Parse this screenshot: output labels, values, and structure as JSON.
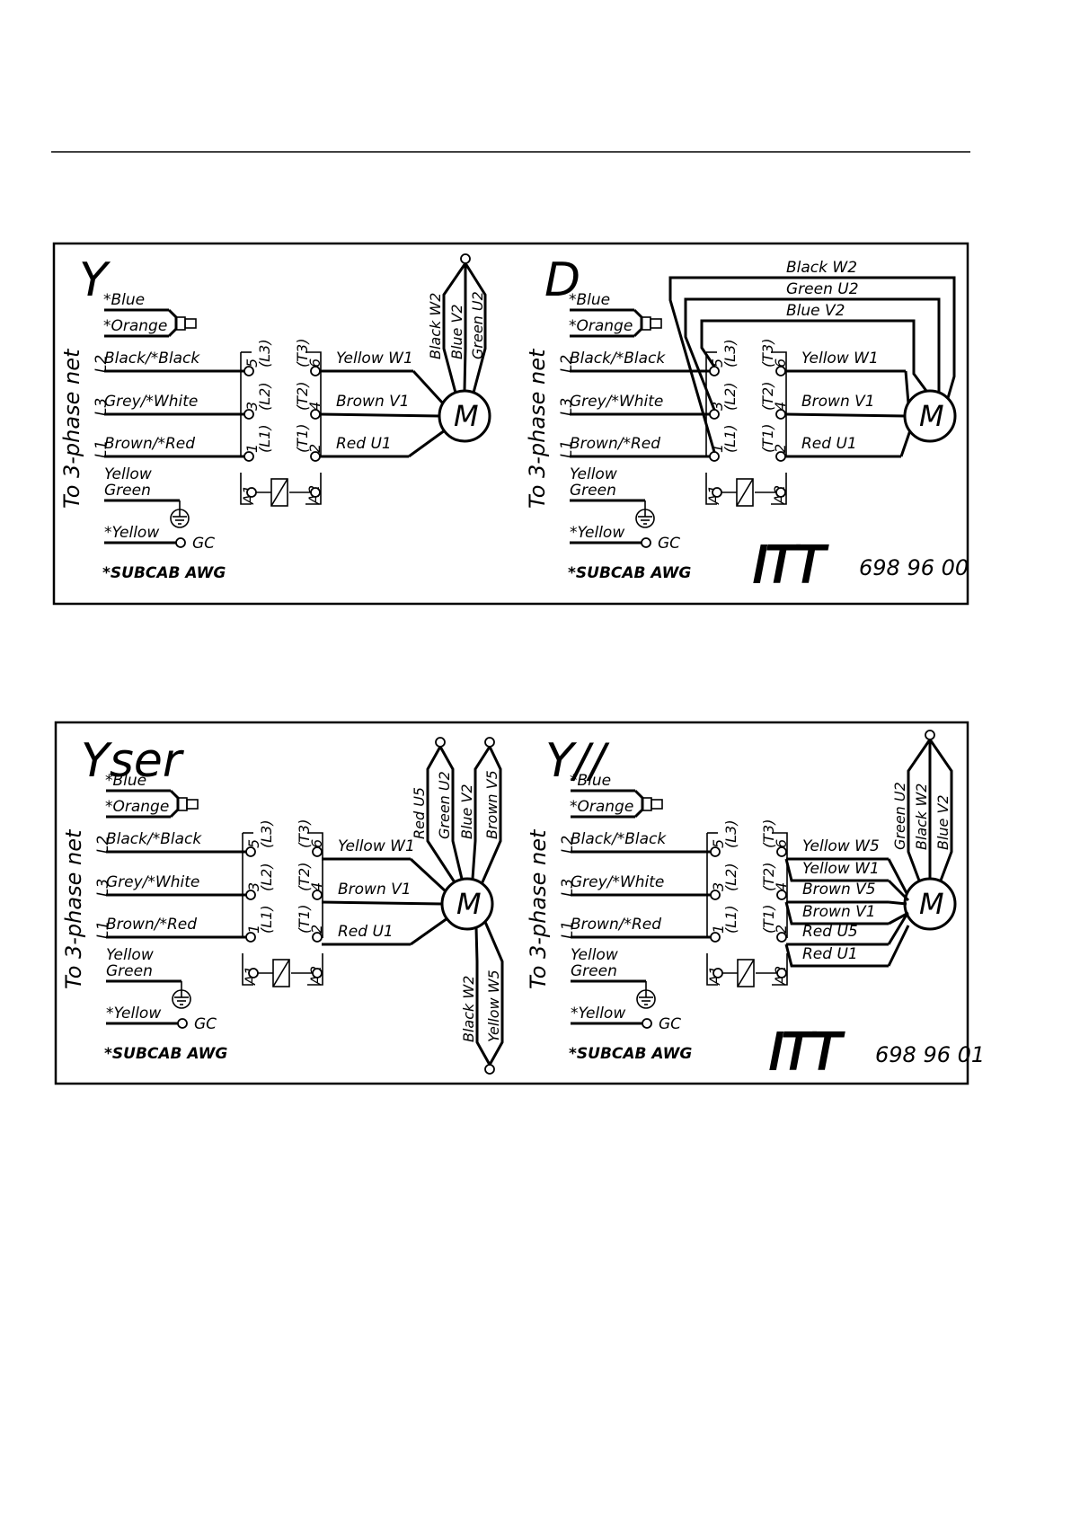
{
  "diagrams": [
    {
      "title": "Y",
      "side_label": "To 3-phase net",
      "sensor": [
        "*Blue",
        "*Orange"
      ],
      "lines": [
        {
          "phase": "L2",
          "wire": "Black/*Black",
          "term": "5",
          "l": "(L3)",
          "t": "(T3)",
          "out": "6",
          "motor": "Yellow W1"
        },
        {
          "phase": "L3",
          "wire": "Grey/*White",
          "term": "3",
          "l": "(L2)",
          "t": "(T2)",
          "out": "4",
          "motor": "Brown V1"
        },
        {
          "phase": "L1",
          "wire": "Brown/*Red",
          "term": "1",
          "l": "(L1)",
          "t": "(T1)",
          "out": "2",
          "motor": "Red U1"
        }
      ],
      "ground": [
        "Yellow",
        "Green"
      ],
      "gc_wire": "*Yellow",
      "gc": "GC",
      "coil": [
        "A1",
        "A2"
      ],
      "motor": "M",
      "star_wires": [
        "Black W2",
        "Blue V2",
        "Green U2"
      ],
      "note": "*SUBCAB AWG"
    },
    {
      "title": "D",
      "side_label": "To 3-phase net",
      "sensor": [
        "*Blue",
        "*Orange"
      ],
      "lines": [
        {
          "phase": "L2",
          "wire": "Black/*Black",
          "term": "5",
          "l": "(L3)",
          "t": "(T3)",
          "out": "6",
          "motor": "Yellow W1"
        },
        {
          "phase": "L3",
          "wire": "Grey/*White",
          "term": "3",
          "l": "(L2)",
          "t": "(T2)",
          "out": "4",
          "motor": "Brown V1"
        },
        {
          "phase": "L1",
          "wire": "Brown/*Red",
          "term": "1",
          "l": "(L1)",
          "t": "(T1)",
          "out": "2",
          "motor": "Red U1"
        }
      ],
      "ground": [
        "Yellow",
        "Green"
      ],
      "gc_wire": "*Yellow",
      "gc": "GC",
      "coil": [
        "A1",
        "A2"
      ],
      "motor": "M",
      "delta_wires": [
        "Black W2",
        "Green U2",
        "Blue V2"
      ],
      "note": "*SUBCAB AWG",
      "brand": "ITT",
      "part_number": "698 96 00"
    },
    {
      "title": "Yser",
      "side_label": "To 3-phase net",
      "sensor": [
        "*Blue",
        "*Orange"
      ],
      "lines": [
        {
          "phase": "L2",
          "wire": "Black/*Black",
          "term": "5",
          "l": "(L3)",
          "t": "(T3)",
          "out": "6",
          "motor": "Yellow W1"
        },
        {
          "phase": "L3",
          "wire": "Grey/*White",
          "term": "3",
          "l": "(L2)",
          "t": "(T2)",
          "out": "4",
          "motor": "Brown V1"
        },
        {
          "phase": "L1",
          "wire": "Brown/*Red",
          "term": "1",
          "l": "(L1)",
          "t": "(T1)",
          "out": "2",
          "motor": "Red U1"
        }
      ],
      "ground": [
        "Yellow",
        "Green"
      ],
      "gc_wire": "*Yellow",
      "gc": "GC",
      "coil": [
        "A1",
        "A2"
      ],
      "motor": "M",
      "top_pair_a": [
        "Red U5",
        "Green U2"
      ],
      "top_pair_b": [
        "Blue V2",
        "Brown V5"
      ],
      "bottom_pair": [
        "Black W2",
        "Yellow W5"
      ],
      "note": "*SUBCAB AWG"
    },
    {
      "title": "Y//",
      "side_label": "To 3-phase net",
      "sensor": [
        "*Blue",
        "*Orange"
      ],
      "lines": [
        {
          "phase": "L2",
          "wire": "Black/*Black",
          "term": "5",
          "l": "(L3)",
          "t": "(T3)",
          "out": "6",
          "motor": "Yellow W5",
          "motor2": "Yellow W1"
        },
        {
          "phase": "L3",
          "wire": "Grey/*White",
          "term": "3",
          "l": "(L2)",
          "t": "(T2)",
          "out": "4",
          "motor": "Brown V5",
          "motor2": "Brown V1"
        },
        {
          "phase": "L1",
          "wire": "Brown/*Red",
          "term": "1",
          "l": "(L1)",
          "t": "(T1)",
          "out": "2",
          "motor": "Red U5",
          "motor2": "Red U1"
        }
      ],
      "ground": [
        "Yellow",
        "Green"
      ],
      "gc_wire": "*Yellow",
      "gc": "GC",
      "coil": [
        "A1",
        "A2"
      ],
      "motor": "M",
      "star_wires": [
        "Green U2",
        "Black W2",
        "Blue V2"
      ],
      "note": "*SUBCAB AWG",
      "brand": "ITT",
      "part_number": "698 96 01"
    }
  ]
}
